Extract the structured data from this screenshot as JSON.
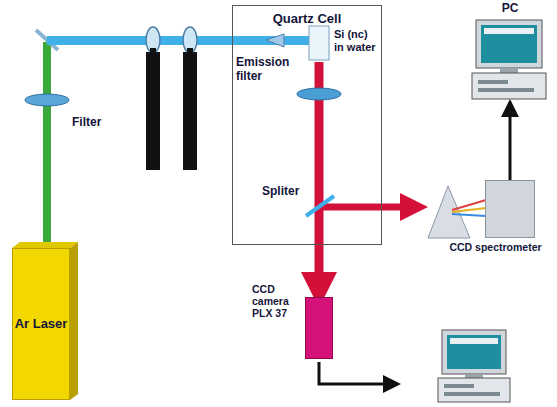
{
  "diagram": {
    "nodes": [
      {
        "text": [
          "Ar Laser"
        ]
      },
      {
        "text": [
          "Quartz Cell"
        ]
      },
      {
        "text": [
          "Si (nc) in water"
        ],
        "in": 1
      },
      {
        "text": [
          "PC"
        ]
      },
      {
        "text": [
          "CCD spectrometer"
        ]
      },
      {
        "text": [
          "CCD camera PLX 37"
        ]
      }
    ],
    "edges": [
      {
        "from": 4,
        "to": 3,
        "arrow": "to"
      }
    ],
    "labels": [
      "Filter",
      "Emission filter",
      "Spliter"
    ]
  }
}
